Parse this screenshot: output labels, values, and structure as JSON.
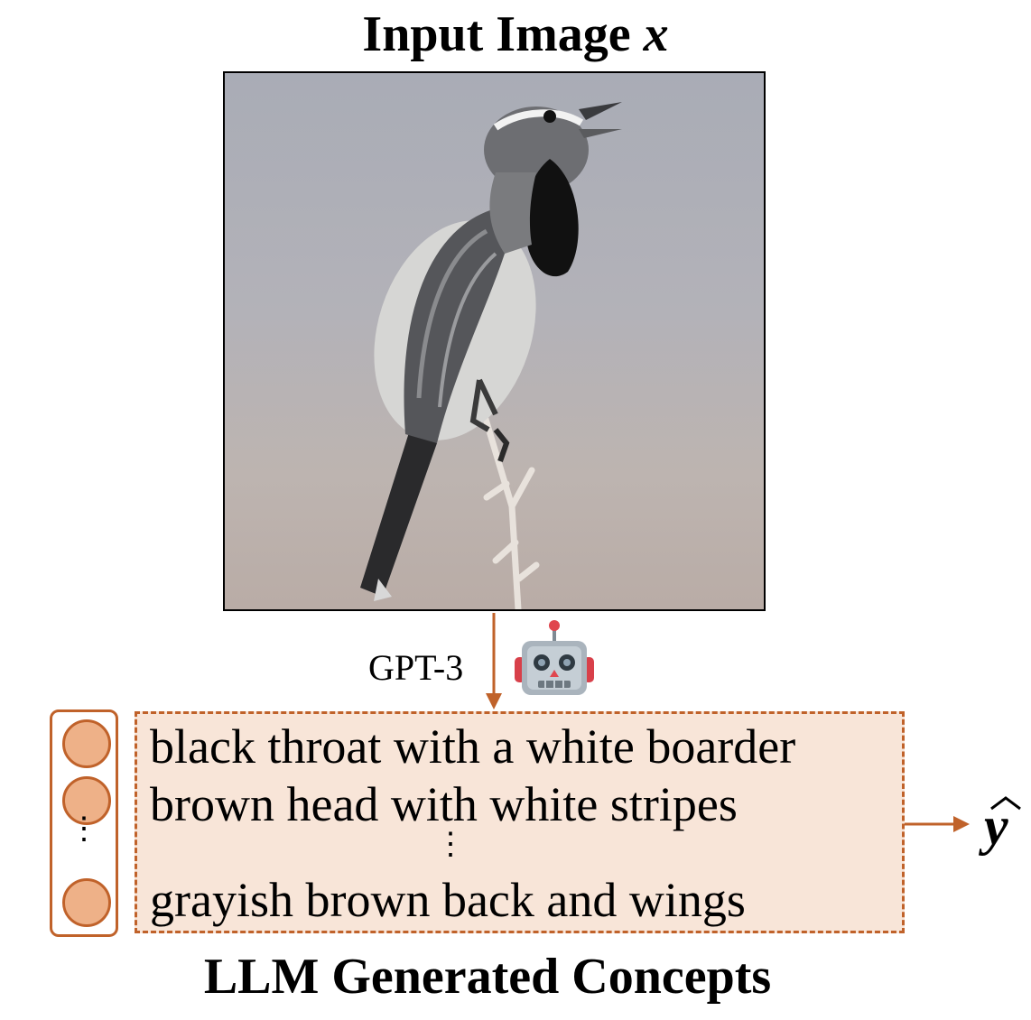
{
  "title": {
    "text": "Input Image ",
    "var": "x"
  },
  "image": {
    "subject": "bird"
  },
  "model": {
    "label": "GPT-3",
    "icon": "robot-icon"
  },
  "concepts": {
    "items": [
      "black throat with a white boarder",
      "brown head with white stripes",
      "grayish brown back and wings"
    ],
    "ellipsis": "⋮"
  },
  "output": {
    "symbol": "y"
  },
  "bottom_label": "LLM Generated Concepts",
  "colors": {
    "accent": "#c0622a",
    "node_fill": "#eeb188",
    "box_fill": "#f8e5d8"
  }
}
